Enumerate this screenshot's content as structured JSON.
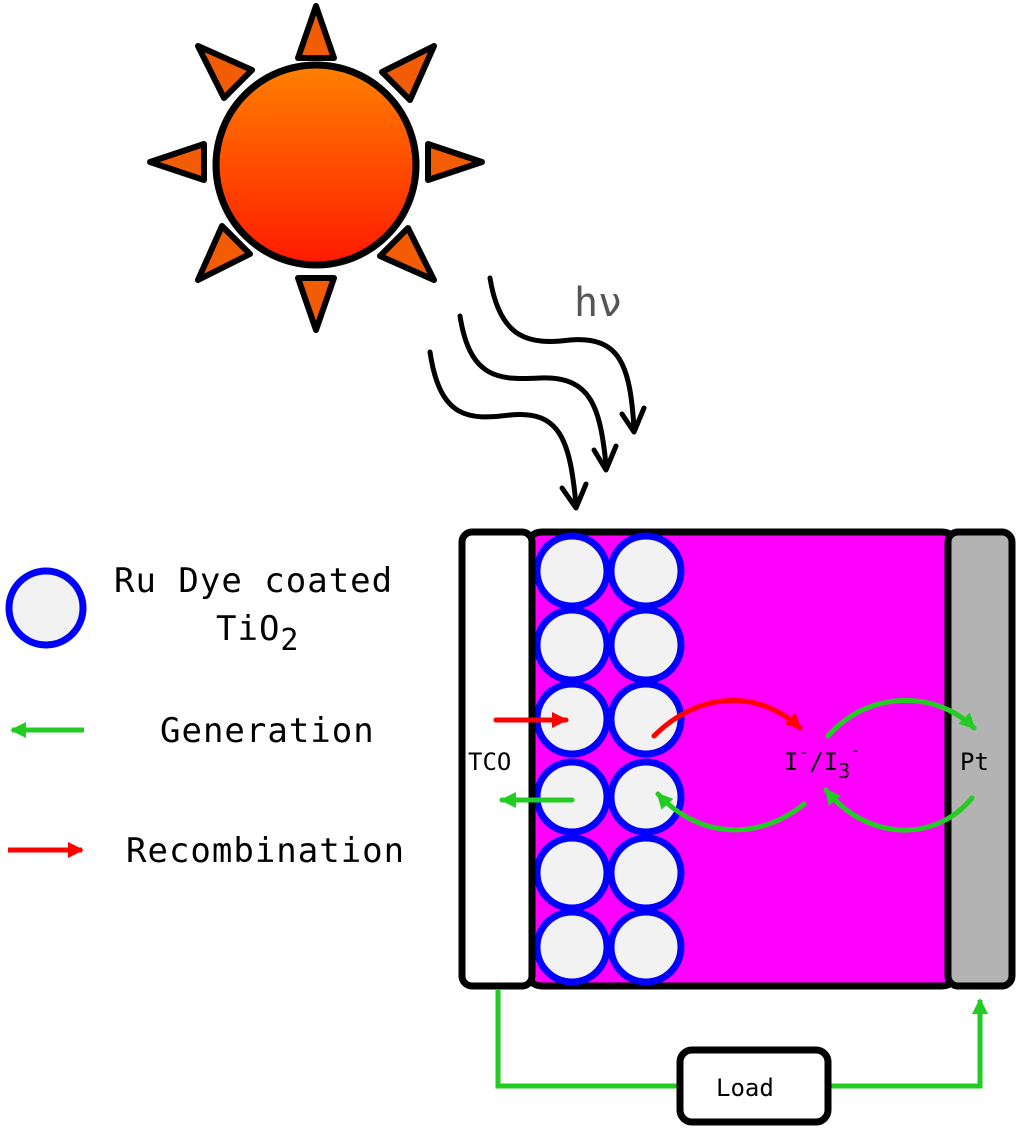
{
  "photon_label": "hν",
  "legend": {
    "dye_label_line1": "Ru Dye coated",
    "dye_label_line2_main": "TiO",
    "dye_label_line2_sub": "2",
    "generation_label": "Generation",
    "recombination_label": "Recombination"
  },
  "cell": {
    "tco_label": "TCO",
    "pt_label": "Pt",
    "redox_i": "I",
    "redox_i_sup": "-",
    "redox_slash": "/I",
    "redox_sub": "3",
    "redox_sup2": "-",
    "load_label": "Load"
  },
  "colors": {
    "sun_fill_top": "#ff7f00",
    "sun_fill_bottom": "#ff1a00",
    "electrolyte": "#ff00ff",
    "particle_border": "#0000ff",
    "particle_fill": "#f2f2f2",
    "pt_electrode": "#b3b3b3",
    "generation": "#22cc22",
    "recombination": "#ff0000",
    "outline": "#000000"
  }
}
